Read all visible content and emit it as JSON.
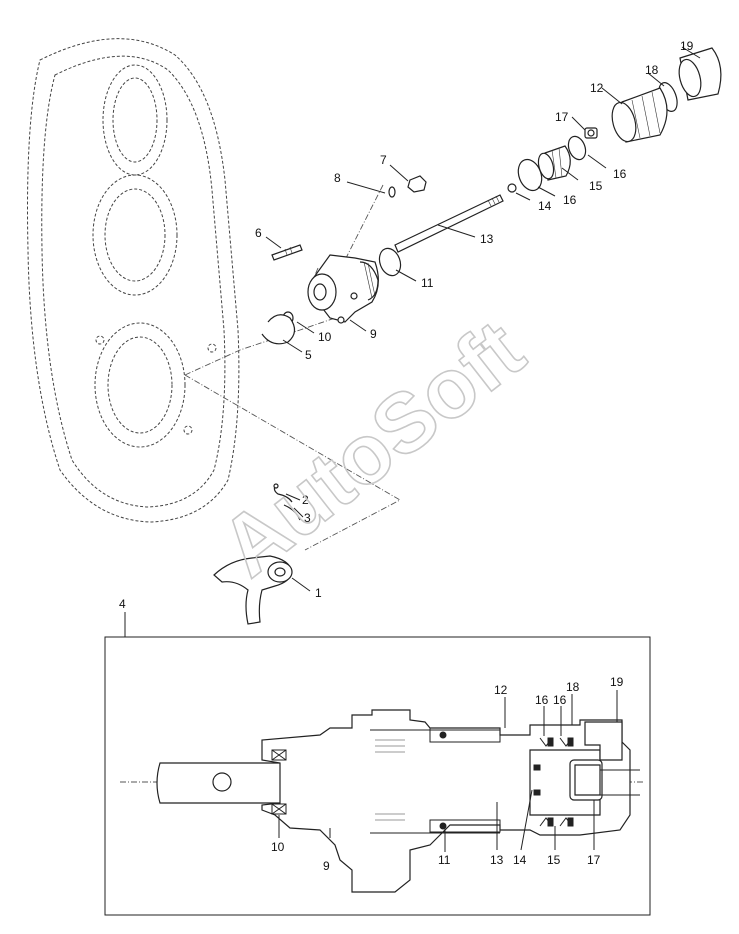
{
  "watermark": "AutoSoft",
  "exploded_callouts": {
    "c1": "1",
    "c2": "2",
    "c3": "3",
    "c4": "4",
    "c5": "5",
    "c6": "6",
    "c7": "7",
    "c8": "8",
    "c9": "9",
    "c10": "10",
    "c11": "11",
    "c12": "12",
    "c13": "13",
    "c14": "14",
    "c15": "15",
    "c16a": "16",
    "c16b": "16",
    "c17": "17",
    "c18": "18",
    "c19": "19"
  },
  "section_callouts": {
    "s9": "9",
    "s10": "10",
    "s11": "11",
    "s12": "12",
    "s13": "13",
    "s14": "14",
    "s15": "15",
    "s16a": "16",
    "s16b": "16",
    "s17": "17",
    "s18": "18",
    "s19": "19"
  }
}
